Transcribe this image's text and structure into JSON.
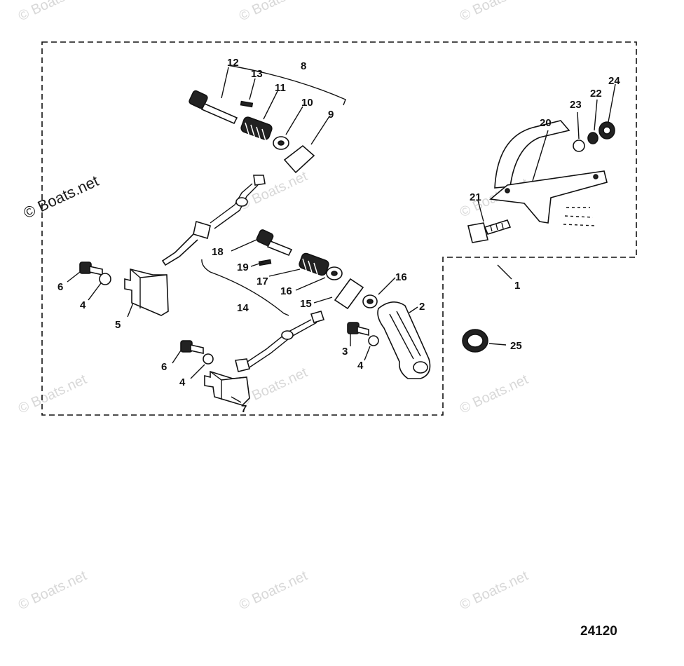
{
  "diagram": {
    "drawing_number": "24120",
    "watermark_text": "© Boats.net",
    "labels": [
      "1",
      "2",
      "3",
      "4",
      "4",
      "4",
      "5",
      "6",
      "6",
      "7",
      "8",
      "9",
      "10",
      "11",
      "12",
      "13",
      "14",
      "15",
      "16",
      "16",
      "17",
      "18",
      "19",
      "20",
      "21",
      "22",
      "23",
      "24",
      "25"
    ]
  },
  "colors": {
    "line": "#111111",
    "watermark": "#d8d8d8"
  }
}
